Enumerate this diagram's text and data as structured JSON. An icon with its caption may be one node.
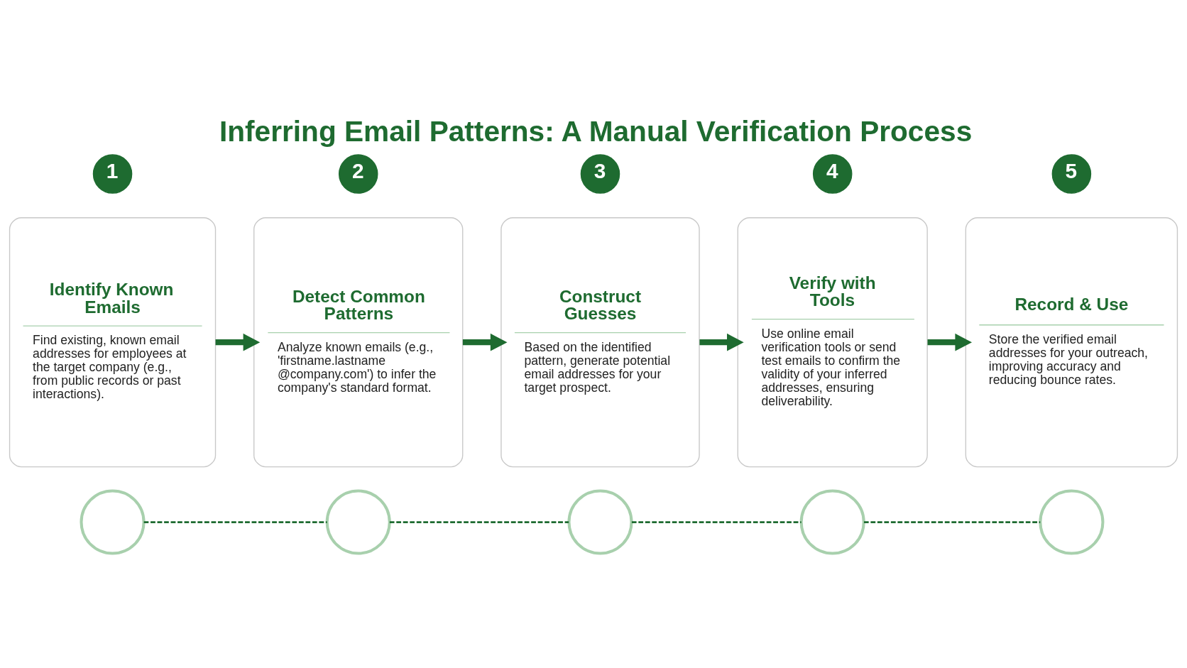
{
  "diagram": {
    "title": "Inferring Email Patterns: A Manual Verification Process",
    "nodes": [
      {
        "text": [
          "1"
        ]
      },
      {
        "text": [
          "2"
        ]
      },
      {
        "text": [
          "3"
        ]
      },
      {
        "text": [
          "4"
        ]
      },
      {
        "text": [
          "5"
        ]
      },
      {
        "text": [
          "Identify Known Emails",
          "Find existing, known email addresses for employees at the target company (e.g., from public records or past interactions)."
        ]
      },
      {
        "text": [
          "Detect Common Patterns",
          "Analyze known emails (e.g., 'firstname.lastname @company.com') to infer the company's standard format."
        ]
      },
      {
        "text": [
          "Construct Guesses",
          "Based on the identified pattern, generate potential email addresses for your target prospect."
        ]
      },
      {
        "text": [
          "Verify with Tools",
          "Use online email verification tools or send test emails to confirm the validity of your inferred addresses, ensuring deliverability."
        ]
      },
      {
        "text": [
          "Record & Use",
          "Store the verified email addresses for your outreach, improving accuracy and reducing bounce rates."
        ]
      },
      {
        "text": [],
        "shape": "circle"
      },
      {
        "text": [],
        "shape": "circle"
      },
      {
        "text": [],
        "shape": "circle"
      },
      {
        "text": [],
        "shape": "circle"
      },
      {
        "text": [],
        "shape": "circle"
      }
    ],
    "edges": [
      {
        "from": 5,
        "to": 6,
        "arrow": "to",
        "style": "thick"
      },
      {
        "from": 6,
        "to": 7,
        "arrow": "to",
        "style": "thick"
      },
      {
        "from": 7,
        "to": 8,
        "arrow": "to",
        "style": "thick"
      },
      {
        "from": 8,
        "to": 9,
        "arrow": "to",
        "style": "thick"
      },
      {
        "from": 10,
        "to": 11,
        "arrow": "none",
        "style": "dashed"
      },
      {
        "from": 11,
        "to": 12,
        "arrow": "none",
        "style": "dashed"
      },
      {
        "from": 12,
        "to": 13,
        "arrow": "none",
        "style": "dashed"
      },
      {
        "from": 13,
        "to": 14,
        "arrow": "none",
        "style": "dashed"
      }
    ]
  }
}
